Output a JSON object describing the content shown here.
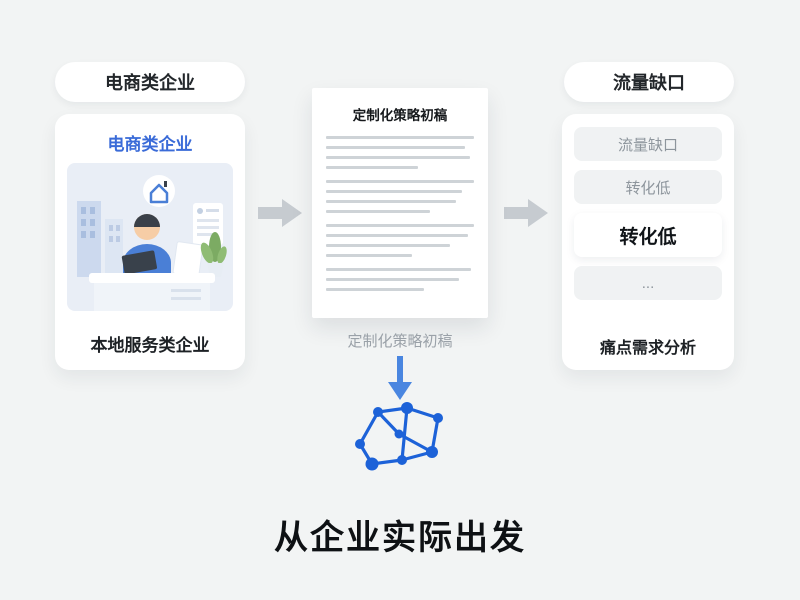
{
  "page": {
    "background": "#f2f4f4"
  },
  "left": {
    "pill_label": "电商类企业",
    "card_title": "电商类企业",
    "card_caption": "本地服务类企业"
  },
  "middle": {
    "doc_title": "定制化策略初稿",
    "doc_line_count": 15,
    "doc_caption": "定制化策略初稿",
    "headline": "从企业实际出发"
  },
  "right": {
    "pill_label": "流量缺口",
    "items": [
      {
        "label": "流量缺口",
        "emphasis": false
      },
      {
        "label": "转化低",
        "emphasis": false
      },
      {
        "label": "转化低",
        "emphasis": true
      },
      {
        "label": "...",
        "emphasis": false
      }
    ],
    "caption": "痛点需求分析"
  },
  "icons": {
    "flow_arrow": "block-arrow-right",
    "down_arrow": "block-arrow-down",
    "network_graph": "connected-nodes",
    "illustration": "person-at-desk"
  },
  "colors": {
    "accent_blue": "#1d62d8",
    "title_blue": "#3a6bd8",
    "down_arrow_blue": "#4a86e0",
    "arrow_gray": "#c6cbd0",
    "text_dark": "#1d2125",
    "muted_text": "#8d959c",
    "item_bg": "#f0f2f3",
    "background": "#f2f4f4"
  }
}
